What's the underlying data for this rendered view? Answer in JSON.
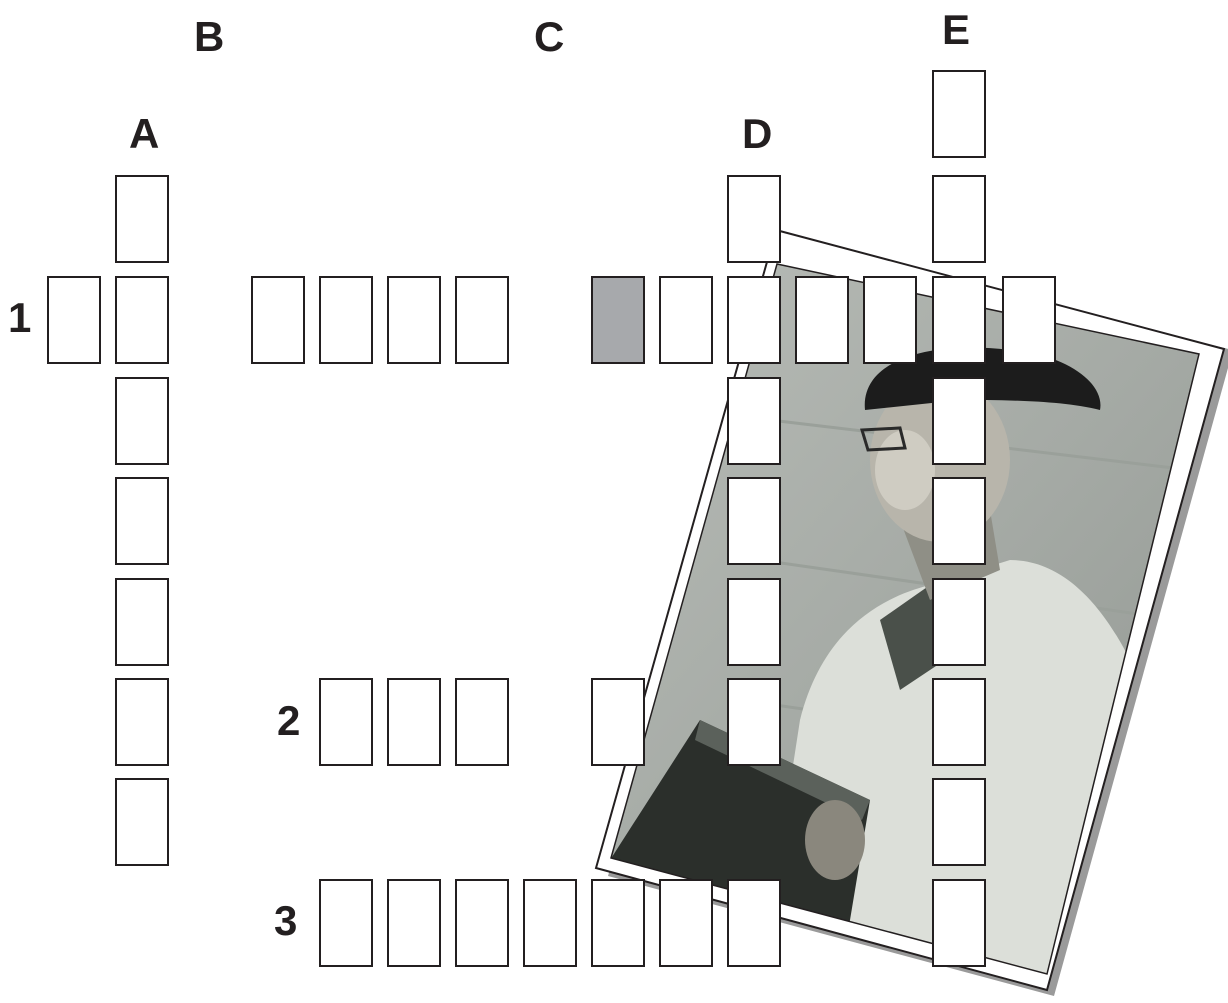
{
  "column_labels": [
    "A",
    "B",
    "C",
    "D",
    "E"
  ],
  "row_labels": [
    "1",
    "2",
    "3"
  ],
  "colors": {
    "ink": "#231f20",
    "shaded_cell": "#a7a9ac",
    "paper": "#ffffff"
  }
}
